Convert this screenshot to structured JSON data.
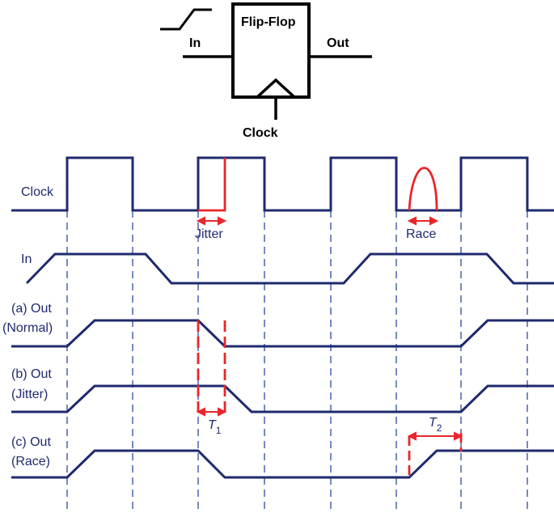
{
  "flipflop": {
    "title": "Flip-Flop",
    "input_label": "In",
    "output_label": "Out",
    "clock_label": "Clock"
  },
  "signals": {
    "clock": "Clock",
    "in": "In",
    "out_a_line1": "(a) Out",
    "out_a_line2": "(Normal)",
    "out_b_line1": "(b) Out",
    "out_b_line2": "(Jitter)",
    "out_c_line1": "(c) Out",
    "out_c_line2": "(Race)"
  },
  "annotations": {
    "jitter": "Jitter",
    "race": "Race",
    "t1": "T",
    "t1_sub": "1",
    "t2": "T",
    "t2_sub": "2"
  },
  "colors": {
    "signal": "#1f2a6e",
    "annotation": "#e8262b",
    "block": "#000000",
    "guide": "#2f4a9e"
  }
}
